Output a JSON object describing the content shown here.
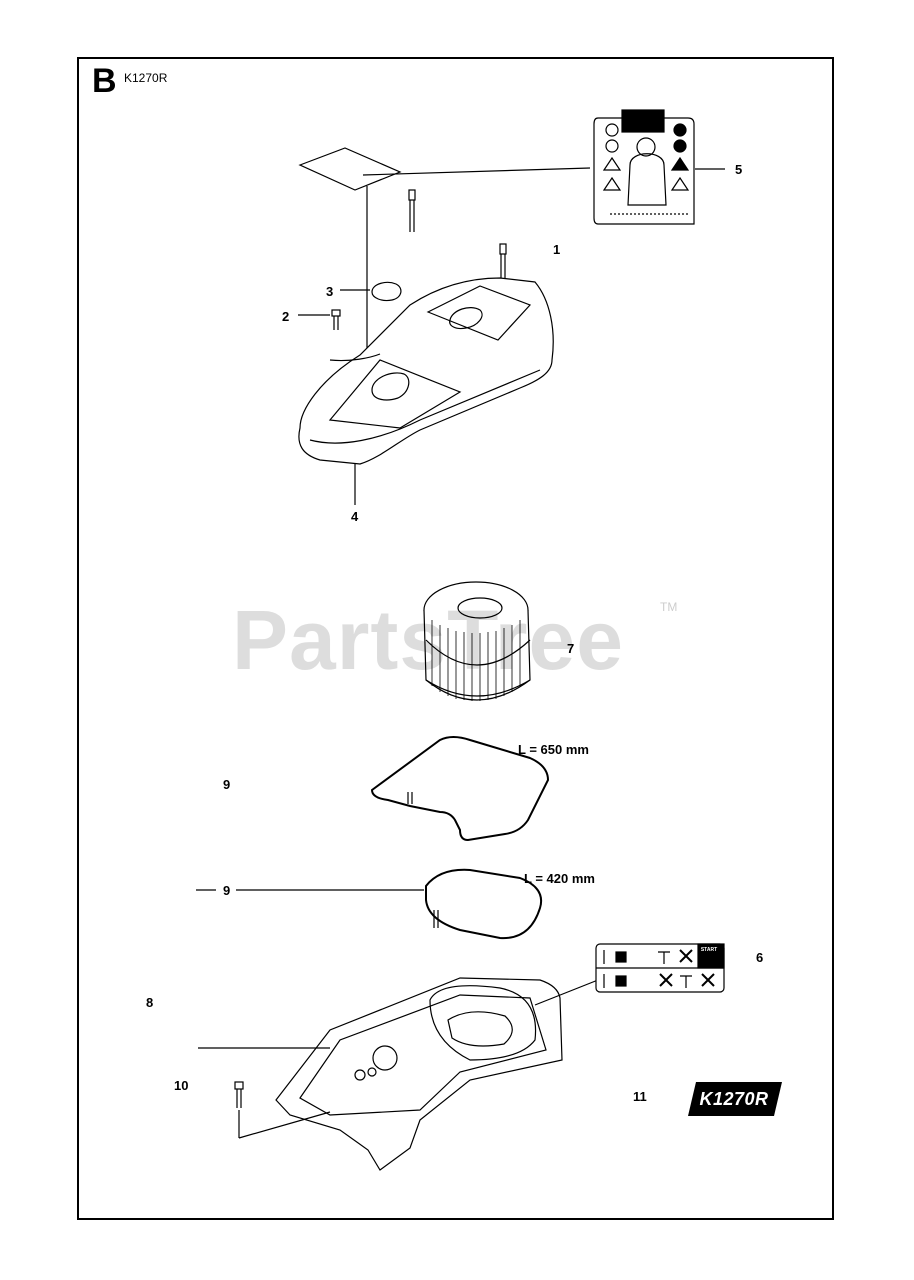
{
  "header": {
    "section_letter": "B",
    "model_code": "K1270R"
  },
  "callouts": [
    {
      "id": "1",
      "text": "1"
    },
    {
      "id": "2",
      "text": "2"
    },
    {
      "id": "3",
      "text": "3"
    },
    {
      "id": "4",
      "text": "4"
    },
    {
      "id": "5",
      "text": "5"
    },
    {
      "id": "6",
      "text": "6"
    },
    {
      "id": "7",
      "text": "7"
    },
    {
      "id": "8",
      "text": "8"
    },
    {
      "id": "9a",
      "text": "9"
    },
    {
      "id": "9b",
      "text": "9"
    },
    {
      "id": "10",
      "text": "10"
    },
    {
      "id": "11",
      "text": "11"
    }
  ],
  "dimensions": {
    "seal_large": "L = 650 mm",
    "seal_small": "L = 420 mm"
  },
  "decal_start_text": "START",
  "badge": {
    "text": "K1270R",
    "color": "#000000"
  },
  "watermark": {
    "text": "PartsTree",
    "tm": "TM"
  }
}
